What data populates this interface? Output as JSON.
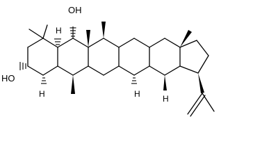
{
  "molecule": {
    "substituent_labels": {
      "hydroxyl_top": "OH",
      "hydroxyl_left": "HO"
    },
    "stereo_hydrogen_label": "H",
    "colors": {
      "ink": "#000000",
      "background": "#ffffff"
    }
  }
}
